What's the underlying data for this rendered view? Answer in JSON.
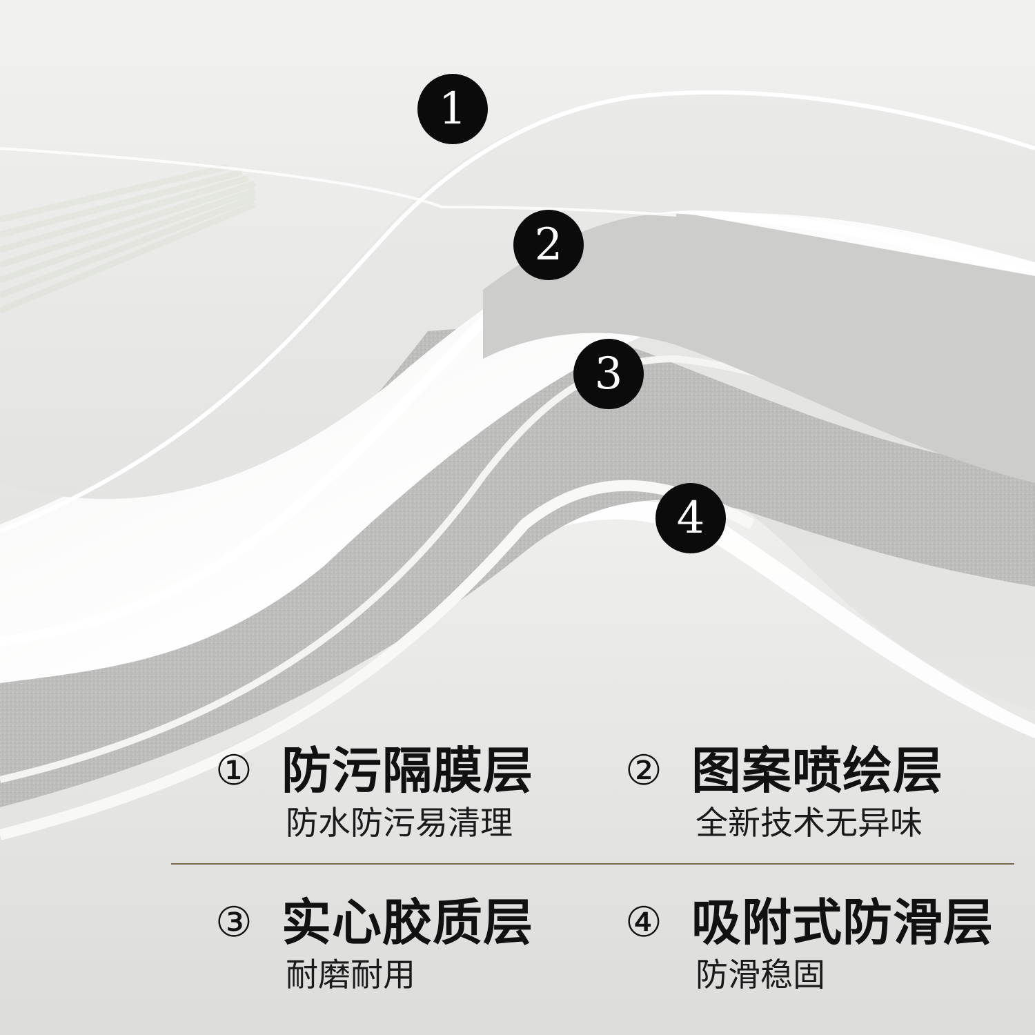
{
  "badges": [
    "1",
    "2",
    "3",
    "4"
  ],
  "features": [
    {
      "number": "①",
      "title": "防污隔膜层",
      "subtitle": "防水防污易清理"
    },
    {
      "number": "②",
      "title": "图案喷绘层",
      "subtitle": "全新技术无异味"
    },
    {
      "number": "③",
      "title": "实心胶质层",
      "subtitle": "耐磨耐用"
    },
    {
      "number": "④",
      "title": "吸附式防滑层",
      "subtitle": "防滑稳固"
    }
  ],
  "colors": {
    "background": "#e6e6e4",
    "badge": "#0b0b0b",
    "stripe_green": "#8ea06a",
    "divider": "#7a6548"
  }
}
